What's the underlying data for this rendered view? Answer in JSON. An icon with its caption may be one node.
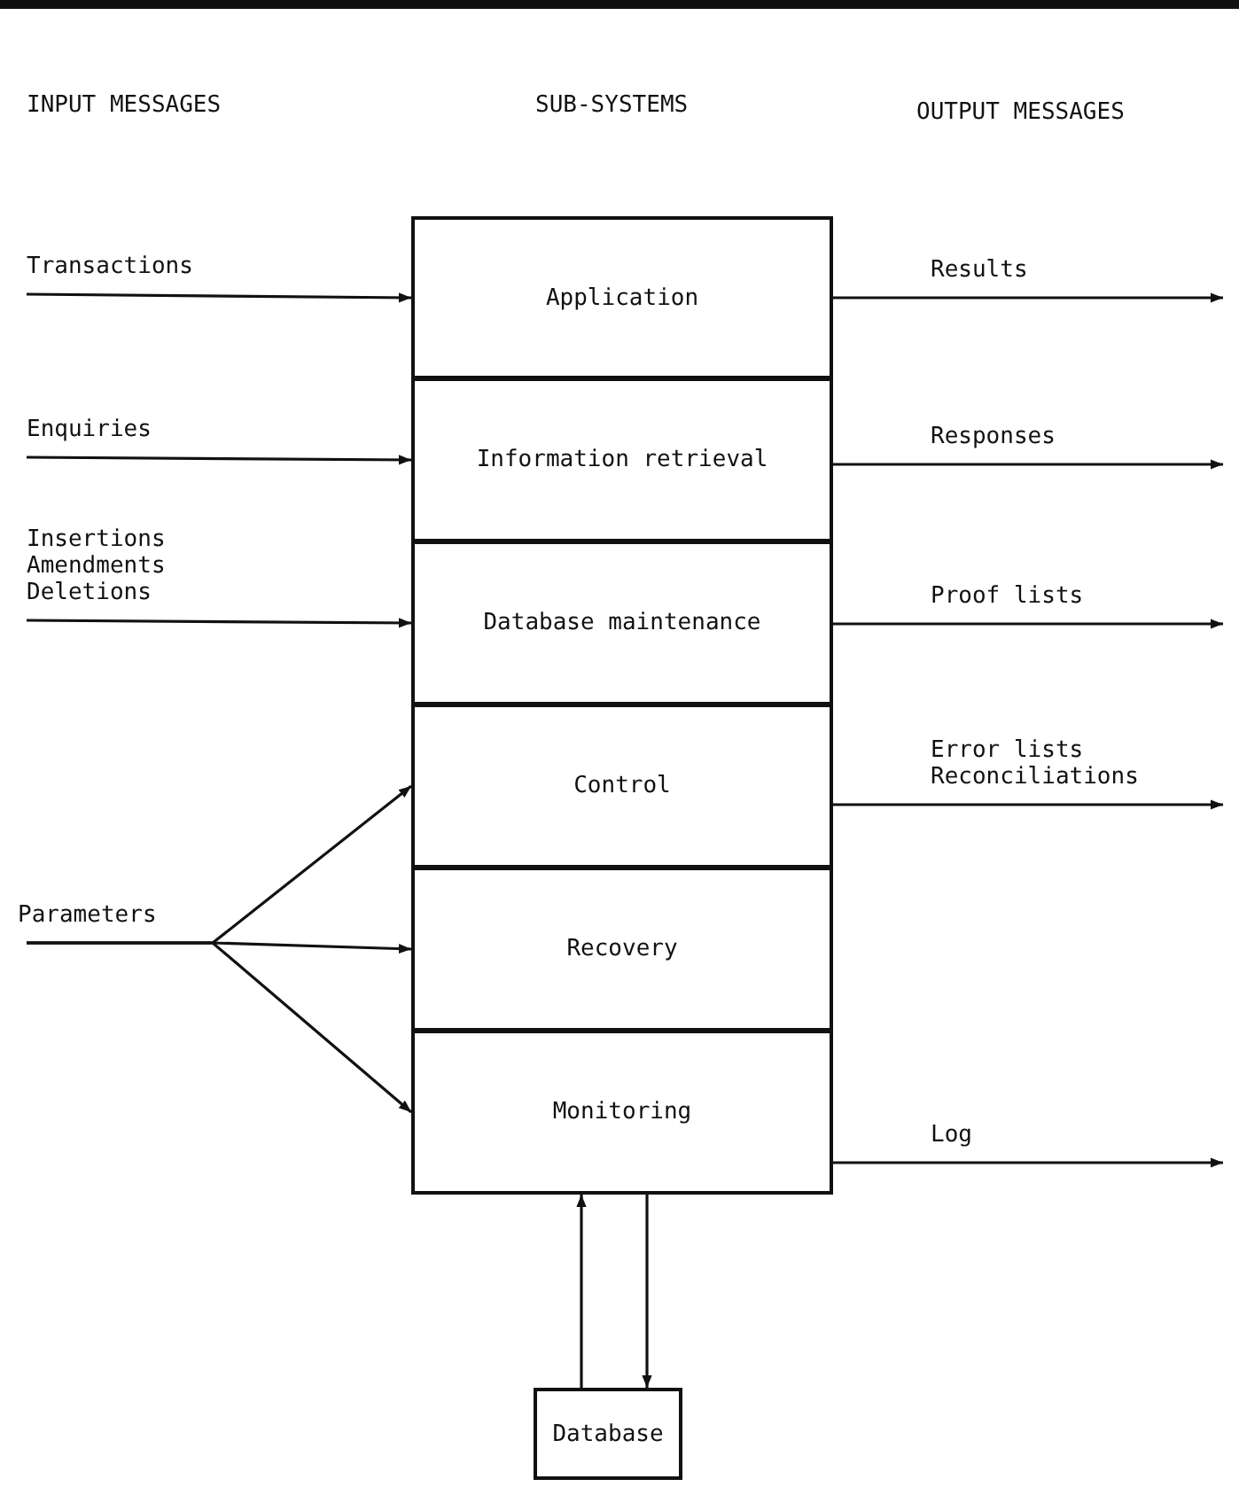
{
  "diagram": {
    "nodes": [
      {
        "text": [
          "Application"
        ]
      },
      {
        "text": [
          "Information retrieval"
        ]
      },
      {
        "text": [
          "Database maintenance"
        ]
      },
      {
        "text": [
          "Control"
        ]
      },
      {
        "text": [
          "Recovery"
        ]
      },
      {
        "text": [
          "Monitoring"
        ]
      },
      {
        "text": [
          "Database"
        ]
      }
    ],
    "edges": [
      {
        "from": null,
        "to": 0,
        "arrow": "to",
        "label": "Transactions"
      },
      {
        "from": null,
        "to": 1,
        "arrow": "to",
        "label": "Enquiries"
      },
      {
        "from": null,
        "to": 2,
        "arrow": "to",
        "label": "Insertions Amendments Deletions"
      },
      {
        "from": null,
        "to": 3,
        "arrow": "to"
      },
      {
        "from": null,
        "to": 4,
        "arrow": "to",
        "label": "Parameters"
      },
      {
        "from": null,
        "to": 5,
        "arrow": "to"
      },
      {
        "from": 0,
        "to": null,
        "arrow": "to",
        "label": "Results"
      },
      {
        "from": 1,
        "to": null,
        "arrow": "to",
        "label": "Responses"
      },
      {
        "from": 2,
        "to": null,
        "arrow": "to",
        "label": "Proof lists"
      },
      {
        "from": 3,
        "to": null,
        "arrow": "to",
        "label": "Error lists Reconciliations"
      },
      {
        "from": 5,
        "to": null,
        "arrow": "to",
        "label": "Log"
      },
      {
        "from": 6,
        "to": 5,
        "arrow": "to"
      },
      {
        "from": 5,
        "to": 6,
        "arrow": "to"
      }
    ],
    "labels": [
      "INPUT MESSAGES",
      "SUB-SYSTEMS",
      "OUTPUT MESSAGES"
    ]
  }
}
